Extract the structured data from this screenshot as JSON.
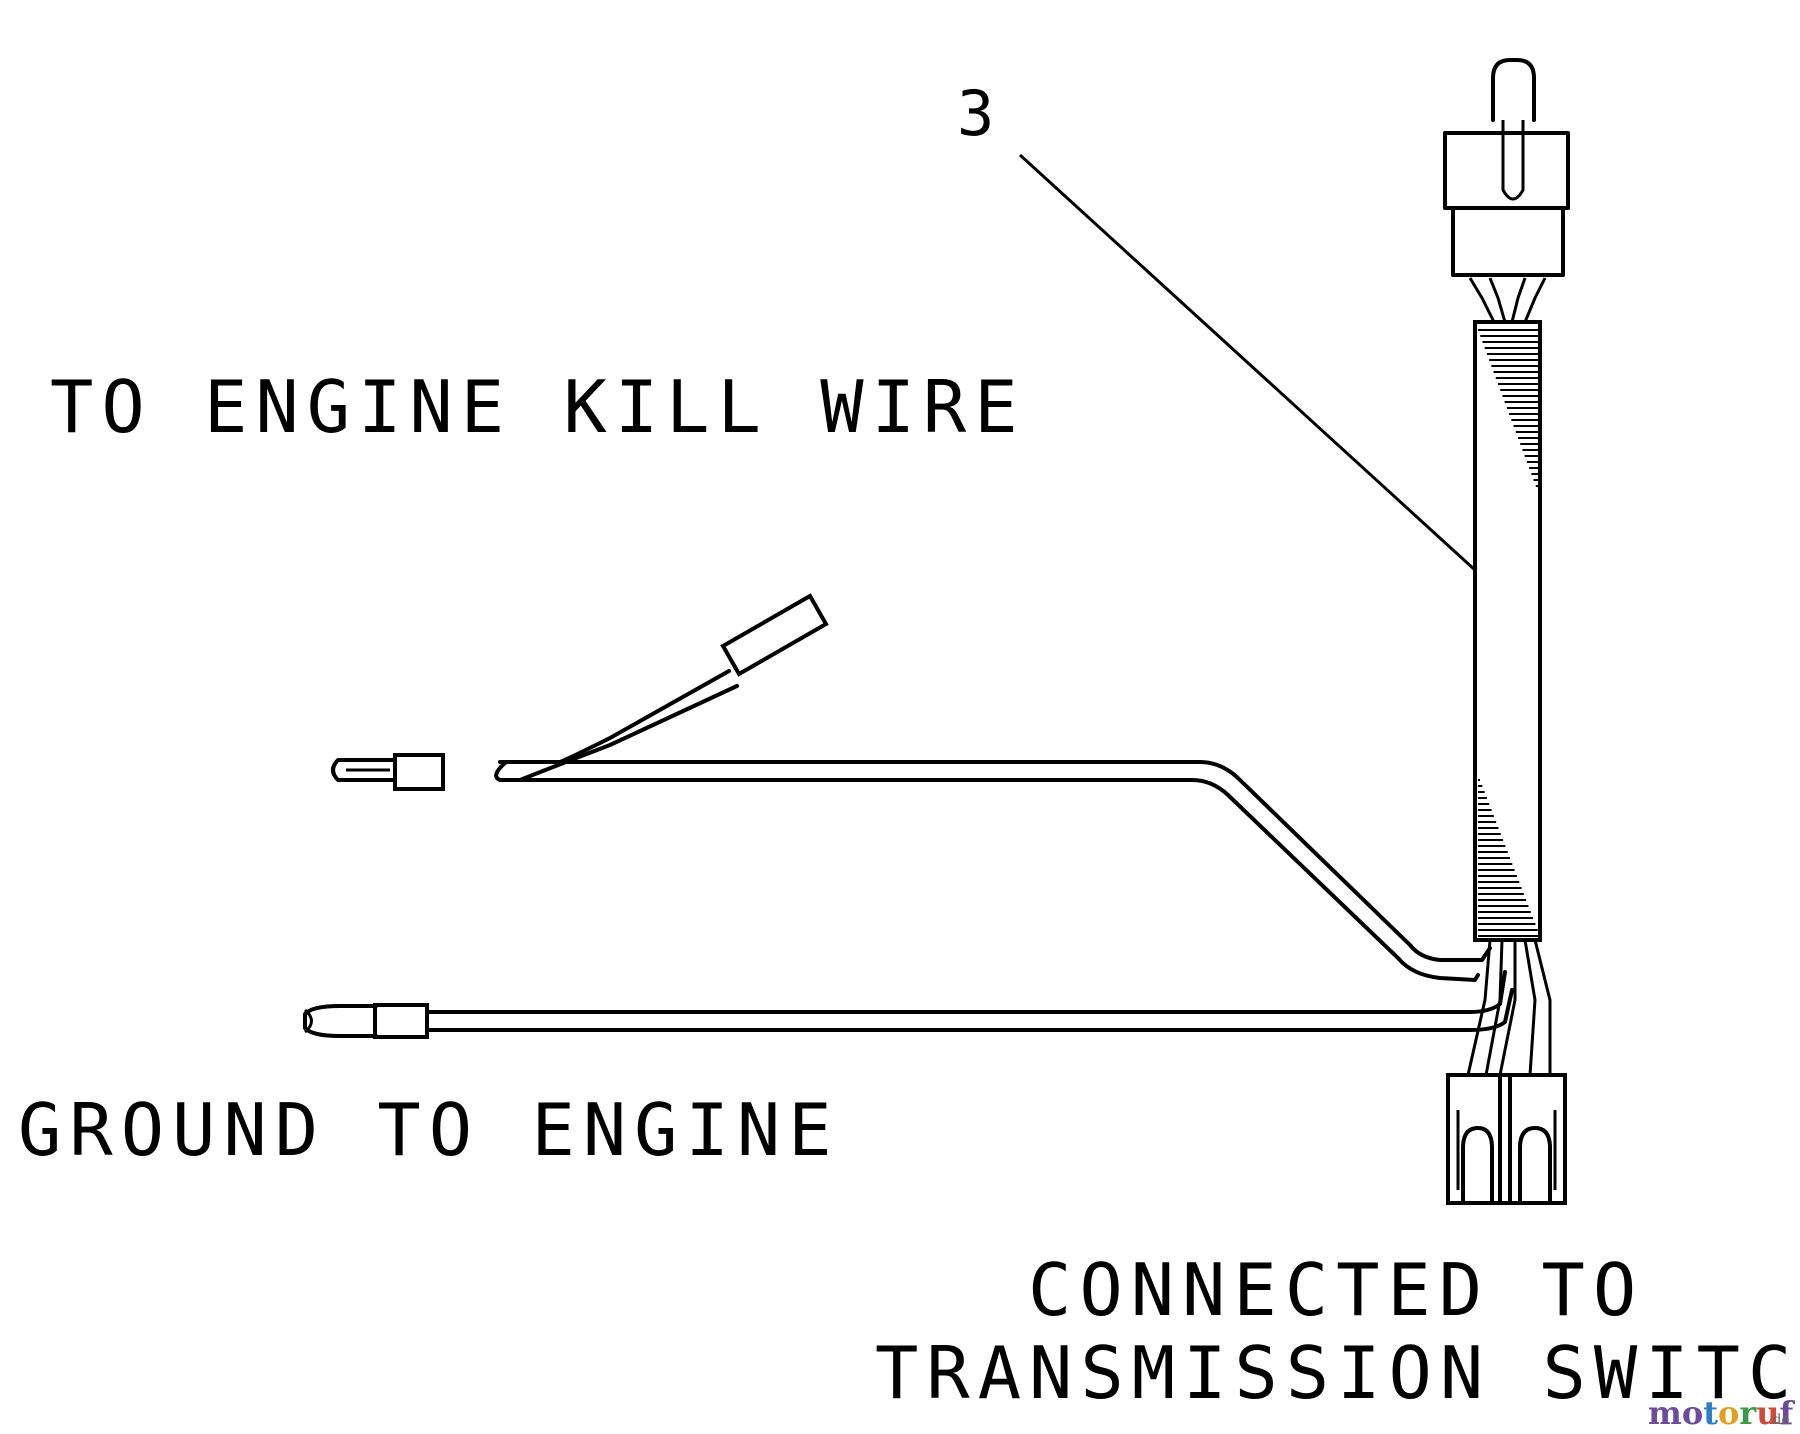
{
  "labels": {
    "callout_number": "3",
    "engine_kill": "TO ENGINE KILL WIRE",
    "ground": "GROUND TO ENGINE",
    "connected_line1": "CONNECTED TO",
    "connected_line2": "TRANSMISSION SWITCH"
  },
  "watermark": {
    "letters": [
      "m",
      "o",
      "t",
      "o",
      "r",
      "u",
      "f"
    ],
    "suffix": ".de",
    "colors": [
      "#6b4c9a",
      "#6b4c9a",
      "#2e7fc0",
      "#e0a020",
      "#3a9a4a",
      "#d04a3a",
      "#6b4c9a"
    ]
  }
}
